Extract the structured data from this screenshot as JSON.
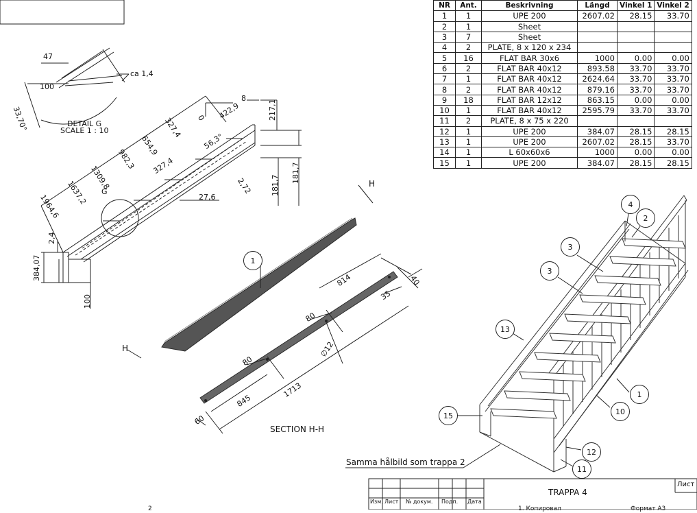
{
  "bom": {
    "headers": [
      "NR",
      "Ant.",
      "Beskrivning",
      "Längd",
      "Vinkel 1",
      "Vinkel 2"
    ],
    "rows": [
      [
        "1",
        "1",
        "UPE 200",
        "2607.02",
        "28.15",
        "33.70"
      ],
      [
        "2",
        "1",
        "Sheet",
        "",
        "",
        ""
      ],
      [
        "3",
        "7",
        "Sheet",
        "",
        "",
        ""
      ],
      [
        "4",
        "2",
        "PLATE, 8 x 120 x 234",
        "",
        "",
        ""
      ],
      [
        "5",
        "16",
        "FLAT BAR 30x6",
        "1000",
        "0.00",
        "0.00"
      ],
      [
        "6",
        "2",
        "FLAT BAR 40x12",
        "893.58",
        "33.70",
        "33.70"
      ],
      [
        "7",
        "1",
        "FLAT BAR 40x12",
        "2624.64",
        "33.70",
        "33.70"
      ],
      [
        "8",
        "2",
        "FLAT BAR 40x12",
        "879.16",
        "33.70",
        "33.70"
      ],
      [
        "9",
        "18",
        "FLAT BAR 12x12",
        "863.15",
        "0.00",
        "0.00"
      ],
      [
        "10",
        "1",
        "FLAT BAR 40x12",
        "2595.79",
        "33.70",
        "33.70"
      ],
      [
        "11",
        "2",
        "PLATE, 8 x 75 x 220",
        "",
        "",
        ""
      ],
      [
        "12",
        "1",
        "UPE 200",
        "384.07",
        "28.15",
        "28.15"
      ],
      [
        "13",
        "1",
        "UPE 200",
        "2607.02",
        "28.15",
        "33.70"
      ],
      [
        "14",
        "1",
        "L 60x60x6",
        "1000",
        "0.00",
        "0.00"
      ],
      [
        "15",
        "1",
        "UPE 200",
        "384.07",
        "28.15",
        "28.15"
      ]
    ]
  },
  "detail_g": {
    "title": "DETAIL G",
    "scale": "SCALE 1 : 10",
    "dim_47": "47",
    "dim_100": "100",
    "dim_ca": "ca 1,4",
    "dim_angle": "33,70°"
  },
  "side_view": {
    "dims": {
      "d8": "8",
      "d217": "217,1",
      "d4229": "422,9",
      "d0": "0",
      "d3274a": "327,4",
      "d563": "56,3°",
      "d6549": "654,9",
      "d9823": "982,3",
      "d3274b": "327,4",
      "d13098": "1309,8",
      "d16372": "1637,2",
      "d19646": "1964,6",
      "dG": "G",
      "d272": "2,72",
      "d276": "27,6",
      "d1817a": "181,7",
      "d1817b": "181,7",
      "d24": "2,4",
      "d38407": "384,07",
      "d100": "100"
    }
  },
  "section": {
    "cut_label_top": "H",
    "cut_label_bottom": "H",
    "balloon": "1",
    "dims": {
      "d814": "814",
      "d40": "40",
      "d35": "35",
      "d80a": "80",
      "d12": "∅12",
      "d80b": "80",
      "d1713": "1713",
      "d845": "845",
      "d60": "60"
    },
    "title": "SECTION H-H"
  },
  "iso": {
    "balloons": [
      "4",
      "2",
      "3",
      "3",
      "13",
      "1",
      "10",
      "15",
      "12",
      "11"
    ],
    "note": "Samma hålbild som trappa 2"
  },
  "title_block": {
    "title": "TRAPPA 4",
    "list_label": "Лист",
    "headers": [
      "Изм.",
      "Лист",
      "№ докум.",
      "Подп.",
      "Дата"
    ],
    "bottom_left": "2",
    "bottom_mid": "1. Копировал",
    "bottom_right": "Формат A3"
  },
  "colors": {
    "steel_face": "#555555",
    "steel_edge": "#2a2a2a",
    "line": "#222222"
  }
}
